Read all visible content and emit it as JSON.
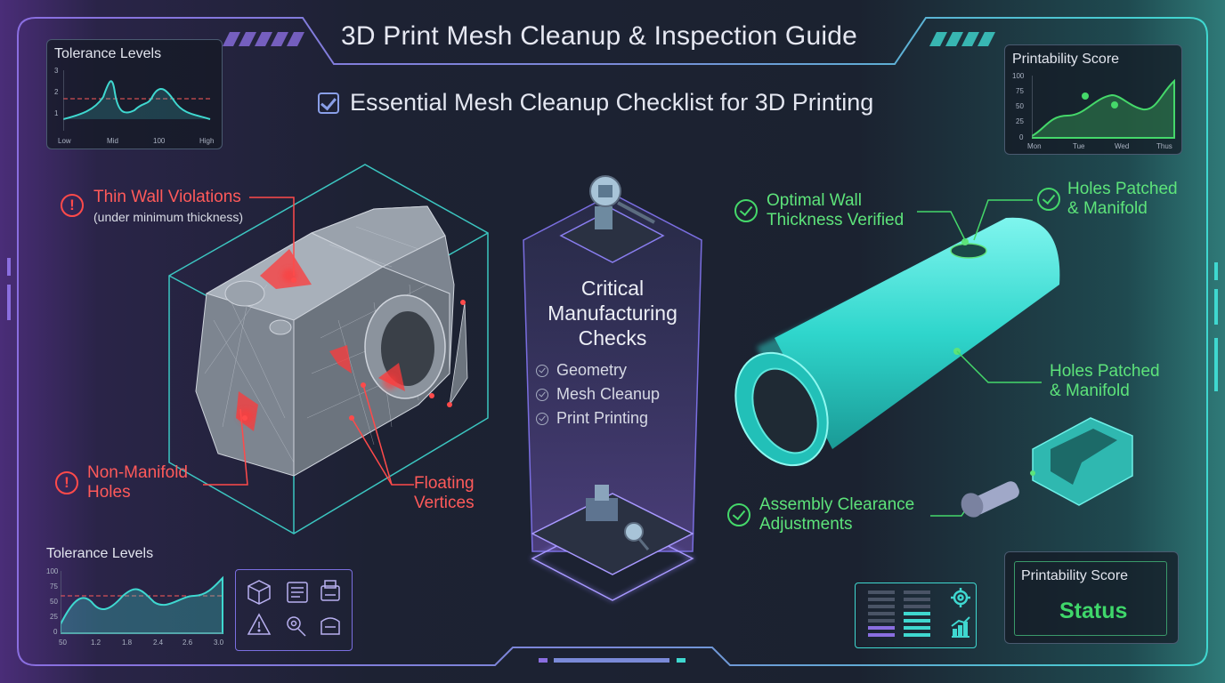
{
  "header": {
    "title": "3D Print Mesh Cleanup & Inspection Guide",
    "subtitle": "Essential Mesh Cleanup Checklist for 3D Printing"
  },
  "panels": {
    "tolerance_top": {
      "title": "Tolerance Levels",
      "y_ticks": [
        "3",
        "2",
        "1"
      ],
      "x_ticks": [
        "Low",
        "Mid",
        "100",
        "High"
      ]
    },
    "printability_top": {
      "title": "Printability Score",
      "y_ticks": [
        "100",
        "75",
        "50",
        "25",
        "0"
      ],
      "x_ticks": [
        "Mon",
        "Tue",
        "Wed",
        "Thus"
      ]
    },
    "tolerance_bottom": {
      "title": "Tolerance Levels",
      "y_ticks": [
        "100",
        "75",
        "50",
        "25",
        "0"
      ],
      "x_ticks": [
        "50",
        "1.2",
        "1.8",
        "2.4",
        "2.6",
        "3.0"
      ]
    },
    "printability_bottom": {
      "title": "Printability Score",
      "status": "Status"
    }
  },
  "defects": {
    "thin_wall": {
      "label": "Thin Wall Violations",
      "note": "(under minimum thickness)"
    },
    "non_manifold": {
      "label_line1": "Non-Manifold",
      "label_line2": "Holes"
    },
    "floating": {
      "label_line1": "Floating",
      "label_line2": "Vertices"
    }
  },
  "center": {
    "title_line1": "Critical",
    "title_line2": "Manufacturing",
    "title_line3": "Checks",
    "checks": [
      "Geometry",
      "Mesh Cleanup",
      "Print Printing"
    ]
  },
  "fixes": {
    "wall": {
      "line1": "Optimal Wall",
      "line2": "Thickness Verified"
    },
    "holes_top": {
      "line1": "Holes Patched",
      "line2": "& Manifold"
    },
    "holes_mid": {
      "line1": "Holes Patched",
      "line2": "& Manifold"
    },
    "assembly": {
      "line1": "Assembly Clearance",
      "line2": "Adjustments"
    }
  },
  "icons": {
    "toolbar": [
      "cube-icon",
      "document-icon",
      "printer-icon",
      "warning-icon",
      "settings-search-icon",
      "bed-icon"
    ],
    "status_bar": [
      "gear-icon",
      "trend-chart-icon"
    ]
  },
  "colors": {
    "defect": "#ff4a4a",
    "ok": "#45d86a",
    "accent_cyan": "#3fd8d0",
    "accent_purple": "#8a6ee0"
  }
}
